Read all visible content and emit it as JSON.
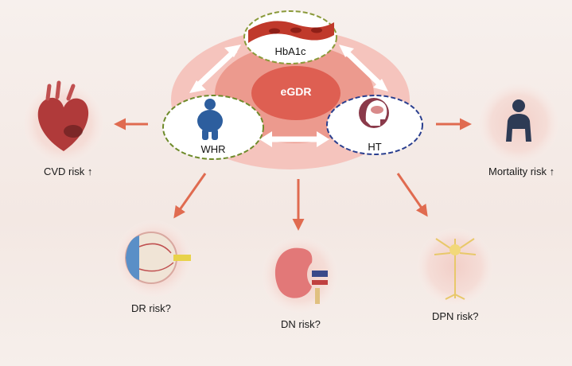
{
  "center": {
    "label": "eGDR"
  },
  "components": {
    "hba1c": "HbA1c",
    "whr": "WHR",
    "ht": "HT"
  },
  "outcomes": {
    "cvd": "CVD risk",
    "mortality": "Mortality risk",
    "dr": "DR risk?",
    "dn": "DN risk?",
    "dpn": "DPN risk?"
  },
  "colors": {
    "outer_ring": "#f5c4bd",
    "inner_ring": "#e9877a",
    "core": "#de5f52",
    "arrow_orange": "#e06b50",
    "arrow_white": "#ffffff",
    "node_border_green": "#6e8b2a",
    "node_border_olive": "#a88a3a",
    "node_border_blue": "#2a3f8f",
    "vessel": "#c0392b",
    "body_icon": "#2d5e9e"
  },
  "icons": [
    "blood-vessel-icon",
    "obese-body-icon",
    "head-brain-icon",
    "heart-icon",
    "human-silhouette-icon",
    "eye-icon",
    "kidney-icon",
    "neuron-icon",
    "up-arrow-icon"
  ]
}
